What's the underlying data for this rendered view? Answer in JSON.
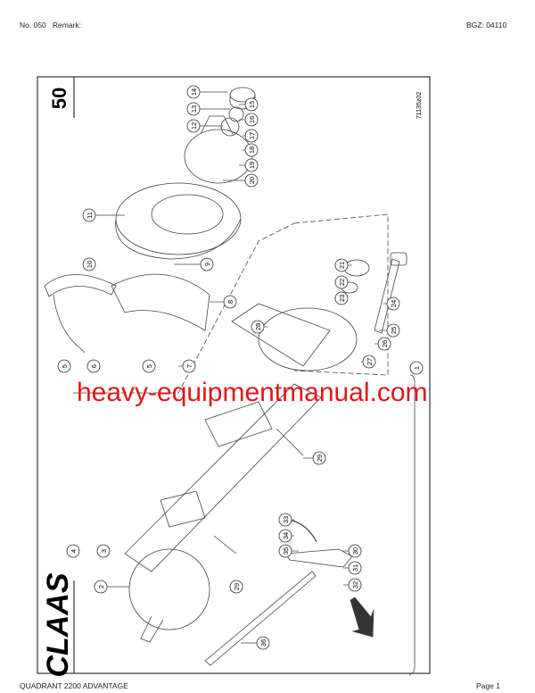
{
  "header": {
    "number": "No. 050",
    "remark_label": "Remark:",
    "bgz": "BGZ: 04110"
  },
  "footer": {
    "model": "QUADRANT 2200 ADVANTAGE",
    "page": "Page 1"
  },
  "sheet": {
    "group_number": "50",
    "drawing_id": "71135z02",
    "logo_text": "CLAAS"
  },
  "watermark": "heavy-equipmentmanual.com",
  "callouts": [
    "14",
    "13",
    "12",
    "15",
    "16",
    "17",
    "18",
    "19",
    "20",
    "11",
    "9",
    "10",
    "8",
    "21",
    "22",
    "23",
    "24",
    "25",
    "26",
    "27",
    "28",
    "1",
    "5",
    "6",
    "5",
    "7",
    "29",
    "4",
    "3",
    "33",
    "34",
    "35",
    "30",
    "31",
    "32",
    "2",
    "29",
    "36"
  ]
}
